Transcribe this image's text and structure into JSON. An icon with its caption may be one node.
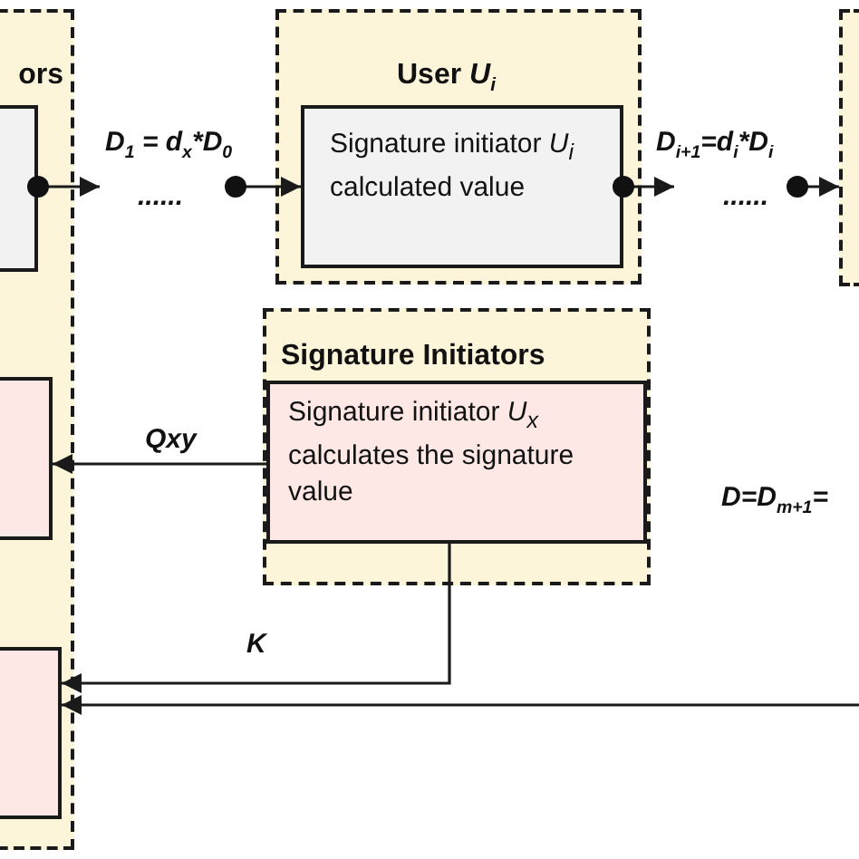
{
  "diagram": {
    "nodes": [
      {
        "text": [
          "ors"
        ]
      },
      {
        "text": [],
        "shape": "box",
        "in": 0
      },
      {
        "text": [],
        "shape": "box",
        "in": 0
      },
      {
        "text": [],
        "shape": "box",
        "in": 0
      },
      {
        "text": [
          "User *U*$_{i}$"
        ]
      },
      {
        "text": [
          "Signature initiator *U*$_{i}$ calculated value"
        ],
        "in": 4
      },
      {
        "text": [],
        "shape": "box"
      },
      {
        "text": [
          "Signature Initiators"
        ]
      },
      {
        "text": [
          "Signature initiator *U*$_{x}$ calculates the signature value"
        ],
        "in": 7
      }
    ],
    "edges": [
      {
        "from": 1,
        "to": null,
        "arrow": "to",
        "label": "D$_{1}$ = d$_{x}$*D$_{0}$"
      },
      {
        "from": null,
        "to": 5,
        "arrow": "to"
      },
      {
        "from": 5,
        "to": null,
        "arrow": "to",
        "label": "D$_{i+1}$=d$_{i}$*D$_{i}$"
      },
      {
        "from": null,
        "to": 6,
        "arrow": "to"
      },
      {
        "from": 8,
        "to": 2,
        "arrow": "to",
        "label": "Qxy"
      },
      {
        "from": 8,
        "to": 3,
        "arrow": "to",
        "label": "K"
      },
      {
        "from": null,
        "to": 3,
        "arrow": "to"
      }
    ],
    "labels": [
      "......",
      "......",
      "D=D$_{m+1}$="
    ]
  }
}
